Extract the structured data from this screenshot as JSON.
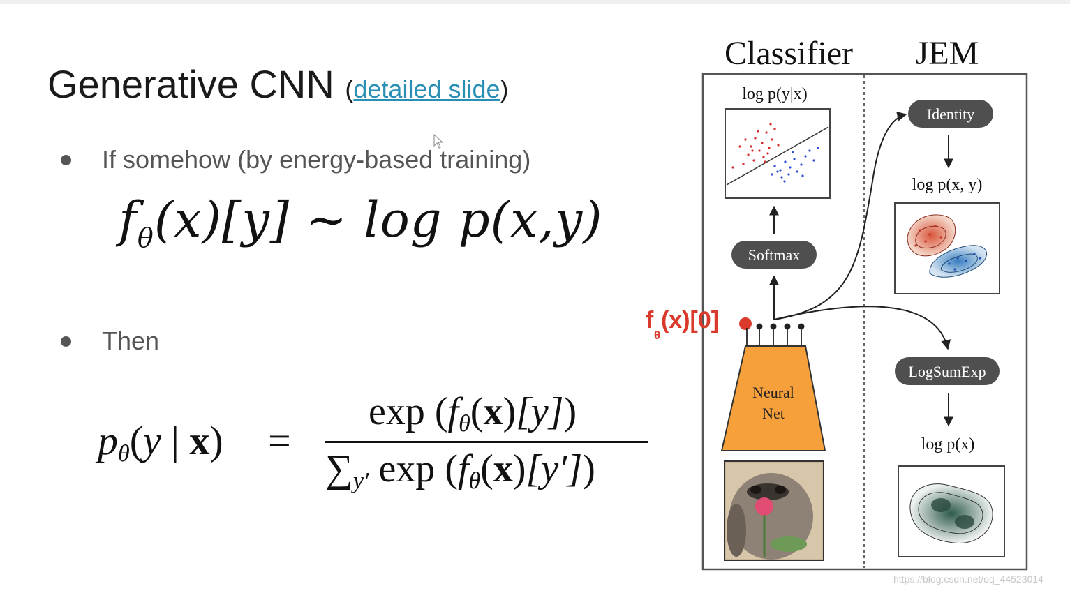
{
  "slide": {
    "title": "Generative CNN",
    "link_open": "(",
    "link_text": "detailed slide",
    "link_close": ")",
    "bullets": [
      "If somehow (by energy-based training)",
      "Then"
    ]
  },
  "handwritten": {
    "f": "f",
    "theta": "θ",
    "rest": "(x)[y] ~ log p(x,y)"
  },
  "equation": {
    "lhs_p": "p",
    "lhs_theta": "θ",
    "lhs_open": "(",
    "lhs_y": "y",
    "lhs_bar": " | ",
    "lhs_x": "x",
    "lhs_close": ")",
    "equals": "=",
    "num_exp": "exp",
    "num_open": " (",
    "f": "f",
    "theta": "θ",
    "paren_open": "(",
    "x": "x",
    "paren_close": ")",
    "bracket_y": "[y]",
    "num_close": ")",
    "den_sum": "∑",
    "den_sub": "y′",
    "den_exp": " exp",
    "den_open": " (",
    "bracket_y_prime": "[y′]",
    "den_close": ")"
  },
  "diagram": {
    "header_classifier": "Classifier",
    "header_jem": "JEM",
    "log_p_y_given_x": "log p(y|x)",
    "softmax": "Softmax",
    "neural_net_line1": "Neural",
    "neural_net_line2": "Net",
    "identity": "Identity",
    "log_p_x_y": "log p(x, y)",
    "logsumexp": "LogSumExp",
    "log_p_x": "log p(x)",
    "logit_label_f": "f",
    "logit_label_theta": "θ",
    "logit_label_rest": " (x)[0]"
  },
  "watermark": "https://blog.csdn.net/qq_44523014",
  "colors": {
    "link": "#2a8fb5",
    "accent_red": "#d93a2b",
    "network_fill": "#f5a03a",
    "node_fill": "#4a4a4a"
  },
  "icons": [
    "mouse-pointer-icon",
    "bullet-dot-icon"
  ]
}
